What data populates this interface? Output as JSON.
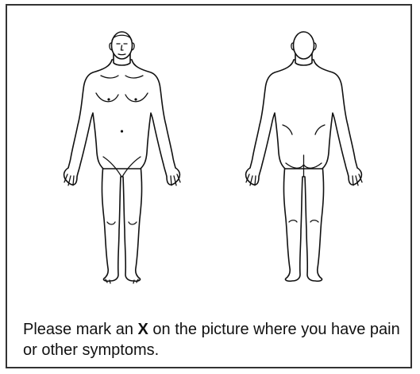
{
  "instruction": {
    "before": "Please mark an ",
    "emphasis": "X",
    "after": " on the picture where you have pain or other symptoms."
  },
  "figures": {
    "front": "body-front-view",
    "back": "body-back-view"
  }
}
